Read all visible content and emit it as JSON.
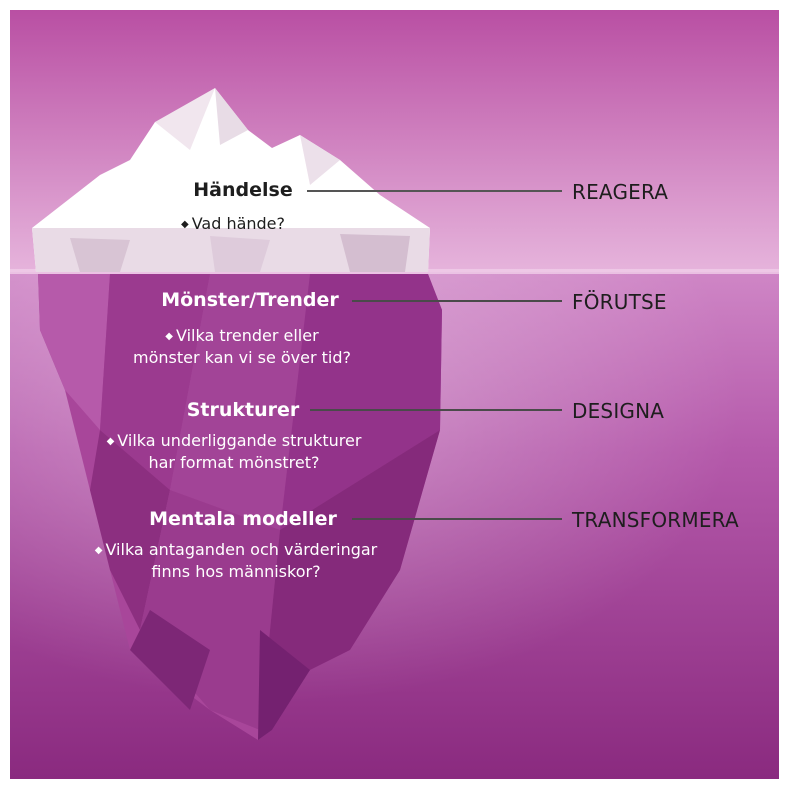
{
  "levels": [
    {
      "title": "Händelse",
      "question_lines": [
        "Vad hände?"
      ],
      "action": "REAGERA"
    },
    {
      "title": "Mönster/Trender",
      "question_lines": [
        "Vilka trender eller",
        "mönster kan vi se över tid?"
      ],
      "action": "FÖRUTSE"
    },
    {
      "title": "Strukturer",
      "question_lines": [
        "Vilka underliggande strukturer",
        "har format mönstret?"
      ],
      "action": "DESIGNA"
    },
    {
      "title": "Mentala modeller",
      "question_lines": [
        "Vilka antaganden och värderingar",
        "finns hos människor?"
      ],
      "action": "TRANSFORMERA"
    }
  ],
  "colors": {
    "sky_top": "#b94fa3",
    "sky_bottom": "#e6b4dc",
    "water_top": "#c778bf",
    "water_bottom": "#8f2d84",
    "ice_above": "#ffffff",
    "ice_below": "#9e3a90",
    "connector": "#555555"
  }
}
